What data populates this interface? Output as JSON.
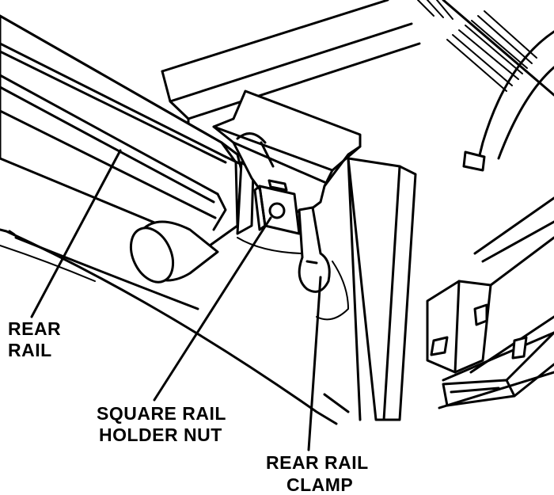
{
  "labels": {
    "rear_rail": {
      "line1": "REAR",
      "line2": "RAIL"
    },
    "square_rail_holder_nut": {
      "line1": "SQUARE RAIL",
      "line2": "HOLDER NUT"
    },
    "rear_rail_clamp": {
      "line1": "REAR RAIL",
      "line2": "CLAMP"
    }
  }
}
